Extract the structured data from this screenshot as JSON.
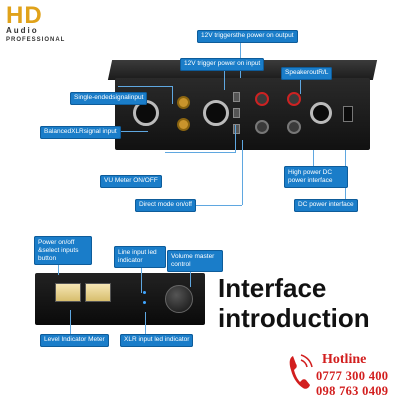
{
  "brand": {
    "mark": "HD",
    "name": "Audio",
    "tagline": "PROFESSIONAL",
    "color": "#e0a21a"
  },
  "callouts": {
    "trigger_output": "12V triggersthe power on output",
    "trigger_input": "12V trigger power on input",
    "single_ended": "Single-endedsignalinput",
    "speaker_out": "SpeakeroutR/L",
    "balanced_xlr": "BalancedXLRsignal input",
    "vu_meter": "VU Meter ON/OFF",
    "high_power_dc": "High power DC power interface",
    "direct_mode": "Direct mode on/off",
    "dc_power": "DC power interface",
    "power_select": "Power on/off &select inputs button",
    "line_input_led": "Line input led indicator",
    "volume": "Volume master control",
    "level_meter": "Level Indicator Meter",
    "xlr_led": "XLR input led indicator"
  },
  "headline": {
    "line1": "Interface",
    "line2": "introduction"
  },
  "hotline": {
    "title": "Hotline",
    "phone1": "0777 300 400",
    "phone2": "098 763 0409",
    "color": "#d21e1e"
  },
  "accent": "#1a7dc9"
}
